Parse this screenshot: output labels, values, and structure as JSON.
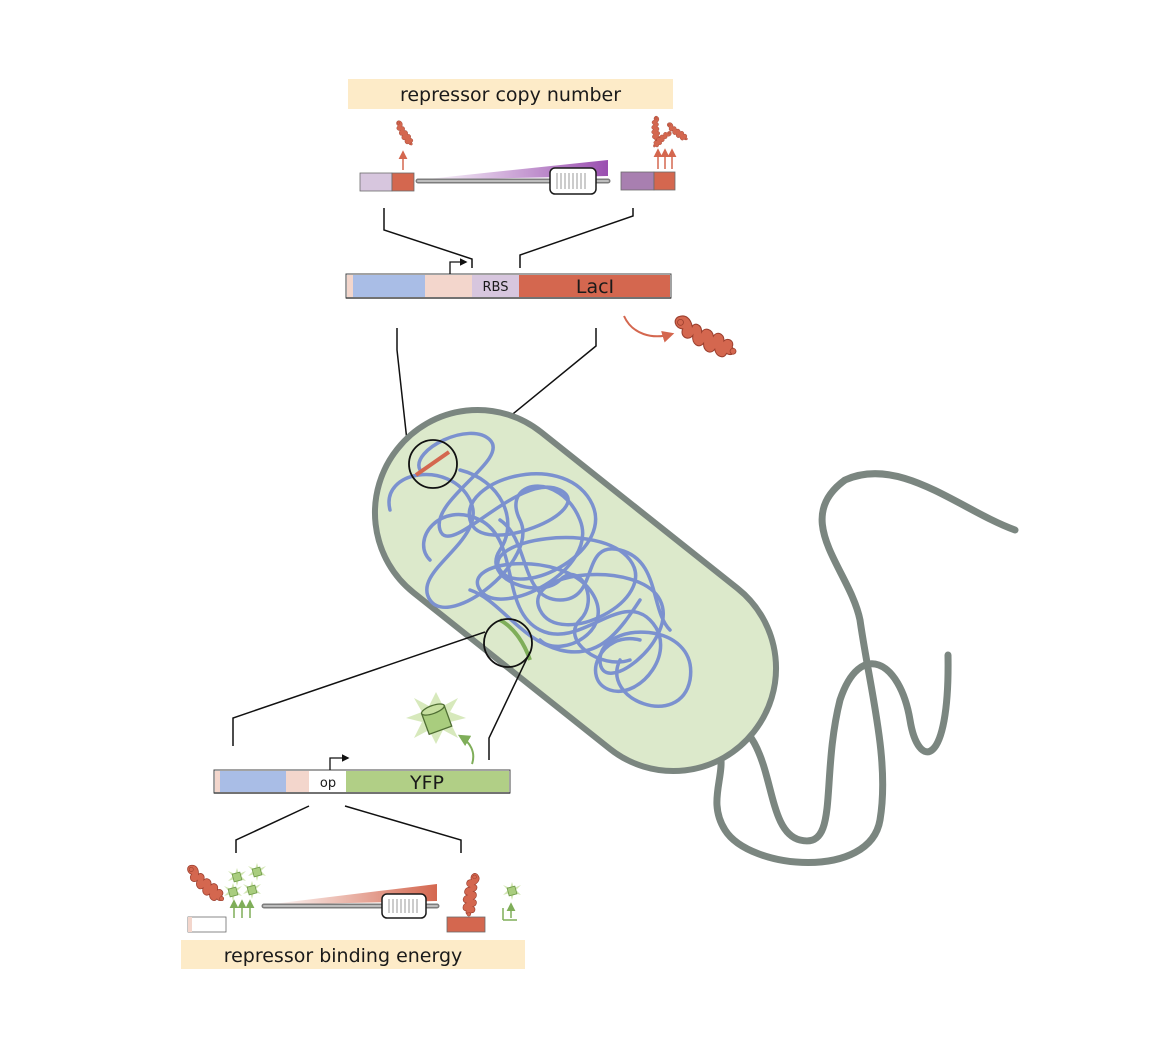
{
  "labels": {
    "copy_number": "repressor copy number",
    "binding_energy": "repressor binding energy",
    "rbs": "RBS",
    "laci": "LacI",
    "op": "op",
    "yfp": "YFP"
  },
  "colors": {
    "label_bg": "#fdebc8",
    "cell_fill": "#dce9cb",
    "cell_stroke": "#7b8680",
    "dna": "#7b91cf",
    "repressor": "#d4674f",
    "promoter": "#a9bde6",
    "spacer": "#f3d6cc",
    "rbs": "#d7c6de",
    "rbs_strong": "#a87fb0",
    "yfp": "#b1cf86",
    "gfp_glow": "#9bc46a",
    "slider_purple": "#9a4fb0",
    "slider_red": "#d4674f"
  },
  "icons": {
    "repressor": "repressor-protein-icon",
    "fluorophore": "fluorescent-protein-icon",
    "promoter_arrow": "promoter-arrow-icon",
    "slider": "slider-icon",
    "flagellum": "flagellum-icon"
  }
}
